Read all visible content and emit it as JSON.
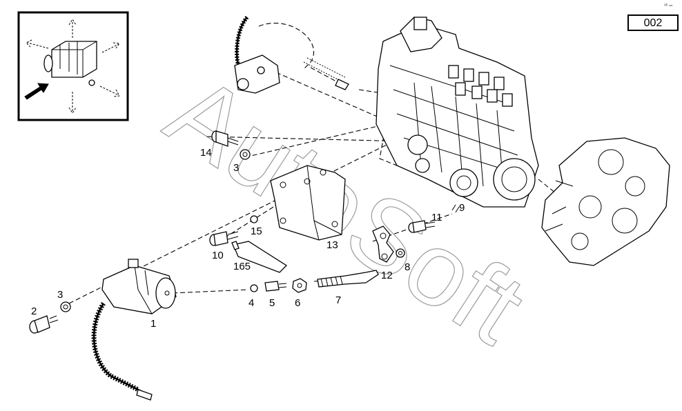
{
  "diagram": {
    "code": "002",
    "watermark": "AutoSoft",
    "corner_mark": "ᵃᵇ ═",
    "labels": {
      "p1": "1",
      "p2": "2",
      "p3a": "3",
      "p3b": "3",
      "p4": "4",
      "p5": "5",
      "p6": "6",
      "p7": "7",
      "p8": "8",
      "p9": "9",
      "p10": "10",
      "p11": "11",
      "p12": "12",
      "p13": "13",
      "p14": "14",
      "p15": "15",
      "p165": "165"
    }
  }
}
